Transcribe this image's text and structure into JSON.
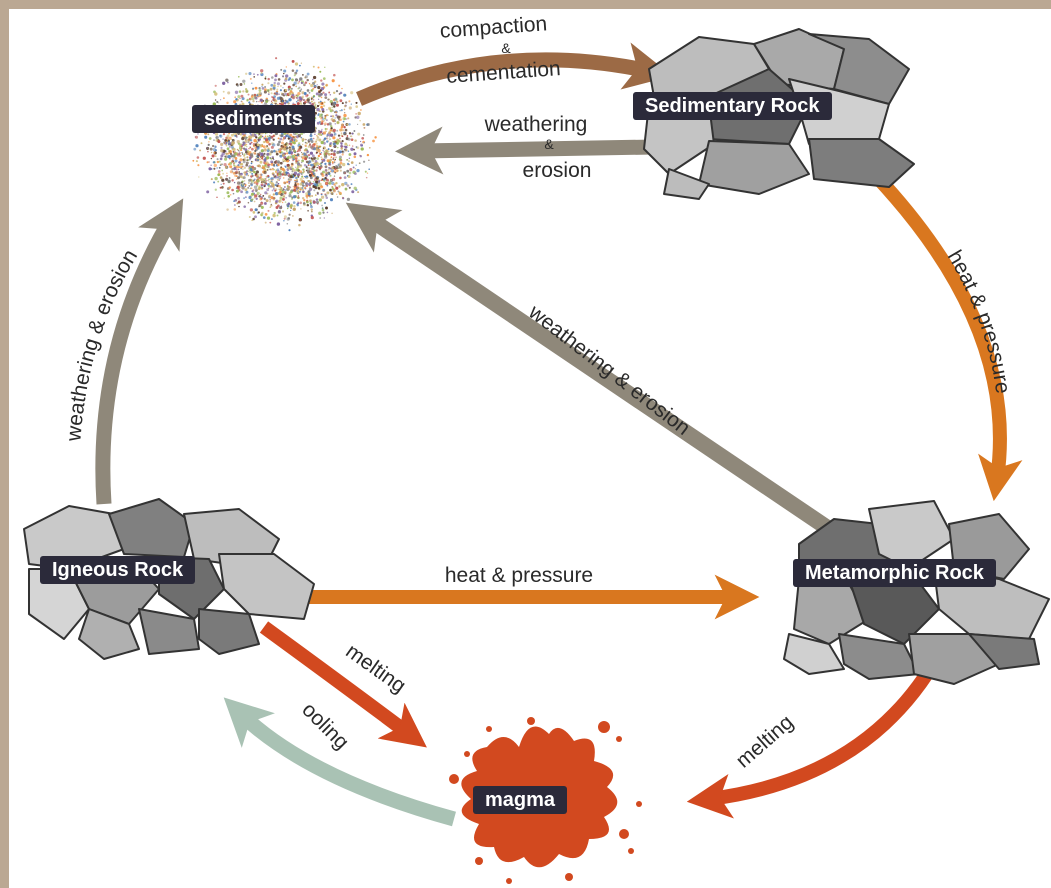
{
  "nodes": {
    "sediments": "sediments",
    "sedimentary": "Sedimentary Rock",
    "igneous": "Igneous Rock",
    "metamorphic": "Metamorphic Rock",
    "magma": "magma"
  },
  "processes": {
    "compaction_top": "compaction",
    "compaction_amp": "&",
    "compaction_bottom": "cementation",
    "weathering_top": "weathering",
    "weathering_amp": "&",
    "weathering_bottom": "erosion",
    "heat_pressure_right": "heat & pressure",
    "weathering_erosion_diagonal": "weathering & erosion",
    "weathering_erosion_left": "weathering & erosion",
    "heat_pressure_middle": "heat & pressure",
    "melting_igneous": "melting",
    "melting_metamorphic": "melting",
    "cooling": "cooling"
  },
  "colors": {
    "brown_arrow": "#9c6a45",
    "gray_arrow": "#8f887a",
    "orange_arrow": "#d9771f",
    "red_arrow": "#d2491f",
    "green_arrow": "#a9c2b4",
    "magma": "#d2491f",
    "label_bg": "#2b2a3a",
    "frame": "#bba893"
  },
  "icons": [
    "rock-pile-icon",
    "sediment-cloud-icon",
    "magma-splash-icon"
  ]
}
